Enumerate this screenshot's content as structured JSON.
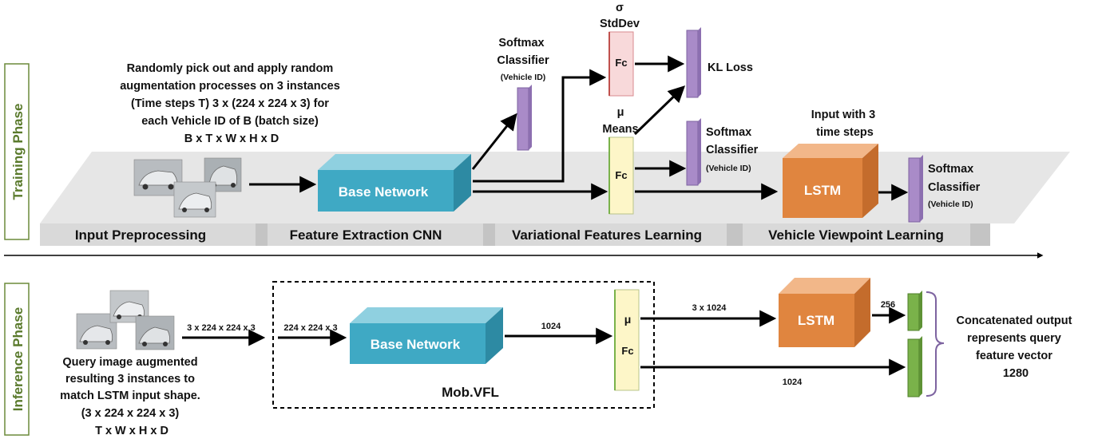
{
  "phases": {
    "training": "Training Phase",
    "inference": "Inference Phase"
  },
  "training": {
    "caption_lines": [
      "Randomly pick out and apply random",
      "augmentation processes on 3 instances",
      "(Time steps T) 3 x (224 x 224 x 3) for",
      "each Vehicle ID  of B (batch size)",
      "B x T x W x H x D"
    ],
    "stages": [
      "Input Preprocessing",
      "Feature Extraction CNN",
      "Variational Features Learning",
      "Vehicle Viewpoint Learning"
    ],
    "base_network": "Base Network",
    "softmax1_line1": "Softmax",
    "softmax1_line2": "Classifier",
    "softmax1_sub": "(Vehicle ID)",
    "sigma_symbol": "σ",
    "sigma_label": "StdDev",
    "fc": "Fc",
    "kl_loss": "KL Loss",
    "mu_symbol": "μ",
    "mu_label": "Means",
    "softmax2_line1": "Softmax",
    "softmax2_line2": "Classifier",
    "softmax2_sub": "(Vehicle ID)",
    "lstm_note_line1": "Input with 3",
    "lstm_note_line2": "time steps",
    "lstm": "LSTM",
    "softmax3_line1": "Softmax",
    "softmax3_line2": "Classifier",
    "softmax3_sub": "(Vehicle ID)"
  },
  "inference": {
    "input_shape": "3 x 224 x 224 x 3",
    "query_lines": [
      "Query image augmented",
      "resulting 3 instances to",
      "match LSTM input shape.",
      "(3 x 224 x 224 x 3)",
      "T x W x H x D"
    ],
    "base_input": "224 x 224 x 3",
    "base_network": "Base Network",
    "dim_1024_a": "1024",
    "mu_symbol": "μ",
    "fc": "Fc",
    "model_name": "Mob.VFL",
    "lstm_input": "3 x 1024",
    "lstm": "LSTM",
    "dim_256": "256",
    "dim_1024_b": "1024",
    "output_lines": [
      "Concatenated output",
      "represents query",
      "feature vector",
      "1280"
    ]
  },
  "colors": {
    "base_network": "#3fa9c4",
    "lstm": "#e0853f",
    "softmax_bar": "#a98bc8",
    "sigma_fc": "#f8d9da",
    "mu_fc": "#fdf6c8",
    "output_bar": "#7ab24a",
    "platform": "#d7d7d7",
    "phase_label": "#5a7a2c"
  }
}
